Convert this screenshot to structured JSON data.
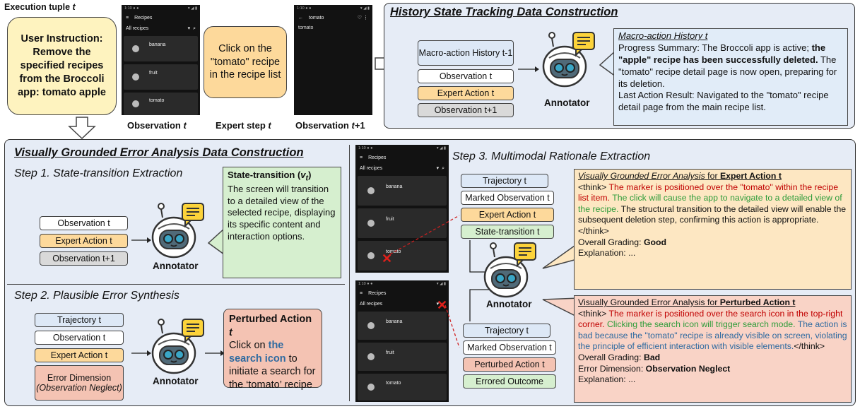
{
  "execution": {
    "tuple_label": "Execution tuple t",
    "instruction": "User Instruction: Remove the specified recipes from the Broccoli app: tomato apple",
    "obs_t_label": "Observation t",
    "expert_step_label": "Expert step t",
    "obs_t1_label": "Observation t+1",
    "expert_step_text": "Click on the \"tomato\" recipe in the recipe list",
    "phone_title": "Recipes",
    "phone_subtitle": "All recipes",
    "recipes": [
      "banana",
      "fruit",
      "tomato"
    ],
    "detail_title": "tomato",
    "detail_body": "tomato"
  },
  "history": {
    "title": "History State Tracking Data Construction",
    "inputs": [
      "Macro-action History t-1",
      "Observation t",
      "Expert Action t",
      "Observation t+1"
    ],
    "annotator": "Annotator",
    "bubble_head": "Macro-action History t",
    "bubble_p1": "Progress Summary: The Broccoli app is active; ",
    "bubble_bold": "the \"apple\" recipe has been successfully deleted.",
    "bubble_p2": " The \"tomato\" recipe detail page is now open, preparing for its deletion.",
    "bubble_p3": "Last Action Result: Navigated to the \"tomato\" recipe detail page from the main recipe list."
  },
  "grounded": {
    "title": "Visually Grounded Error Analysis Data Construction",
    "step1_title": "Step 1. State-transition Extraction",
    "step1_inputs": [
      "Observation t",
      "Expert Action t",
      "Observation t+1"
    ],
    "step1_head": "State-transition (v_t)",
    "step1_body": "The screen will transition to a detailed view of the selected recipe, displaying its specific content and interaction options.",
    "step2_title": "Step 2. Plausible Error Synthesis",
    "step2_inputs": [
      "Trajectory t",
      "Observation t",
      "Expert Action t"
    ],
    "step2_err1": "Error Dimension",
    "step2_err2": "(Observation Neglect)",
    "step2_head": "Perturbed Action t",
    "step2_b1": "Click on ",
    "step2_b2": "the search icon",
    "step2_b3": " to initiate a search for the ‘tomato’ recipe",
    "step3_title": "Step 3. Multimodal Rationale Extraction",
    "step3_inputs_top": [
      "Trajectory t",
      "Marked Observation t",
      "Expert Action t",
      "State-transition t"
    ],
    "step3_inputs_bot": [
      "Trajectory t",
      "Marked Observation t",
      "Perturbed Action t",
      "Errored Outcome"
    ],
    "annotator": "Annotator",
    "good_head1": "Visually Grounded Error Analysis",
    "good_head2": " for ",
    "good_head3": "Expert Action t",
    "good_think": "<think> ",
    "good_red": "The marker is positioned over the \"tomato\" within the recipe list item. ",
    "good_green": "The click will cause the app to navigate to a detailed view of the recipe. ",
    "good_rest": "The structural transition to the detailed view will enable the subsequent deletion step, confirming this action is appropriate.</think>",
    "good_grade_lbl": "Overall Grading: ",
    "good_grade": "Good",
    "good_expl": "Explanation: ...",
    "bad_head1": "Visually Grounded Error Analysis for ",
    "bad_head2": "Perturbed Action t",
    "bad_think": "<think> ",
    "bad_red": "The marker is positioned over the search icon in the top-right corner. ",
    "bad_green": "Clicking the search icon will trigger search mode. ",
    "bad_blue": "The action is bad because the \"tomato\" recipe is already visible on screen, violating the principle of efficient interaction with visible elements.",
    "bad_end": "</think>",
    "bad_grade_lbl": "Overall Grading: ",
    "bad_grade": "Bad",
    "bad_dim_lbl": "Error Dimension: ",
    "bad_dim": "Observation Neglect",
    "bad_expl": "Explanation: ..."
  },
  "colors": {
    "panel": "#e6ecf6",
    "orange": "#fdd99b",
    "green": "#d6efcf",
    "red": "#f4c3b3",
    "blue": "#dde8f6"
  }
}
